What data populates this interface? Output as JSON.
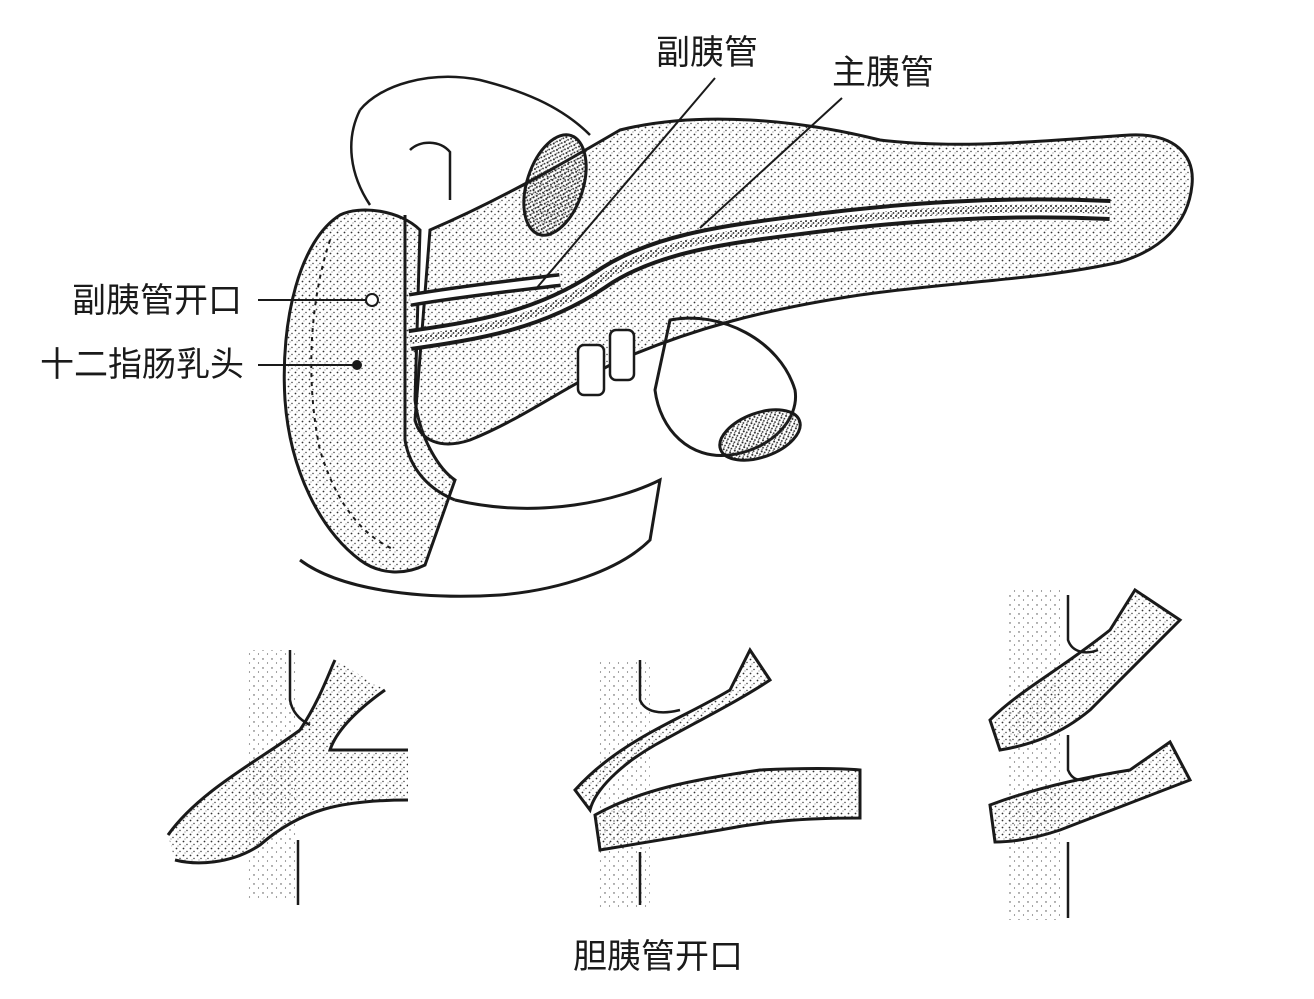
{
  "labels": {
    "accessory_duct": "副胰管",
    "main_duct": "主胰管",
    "accessory_duct_opening": "副胰管开口",
    "duodenal_papilla": "十二指肠乳头",
    "caption": "胆胰管开口"
  },
  "colors": {
    "line": "#1a1a1a",
    "stipple": "#444444",
    "background": "#ffffff"
  }
}
